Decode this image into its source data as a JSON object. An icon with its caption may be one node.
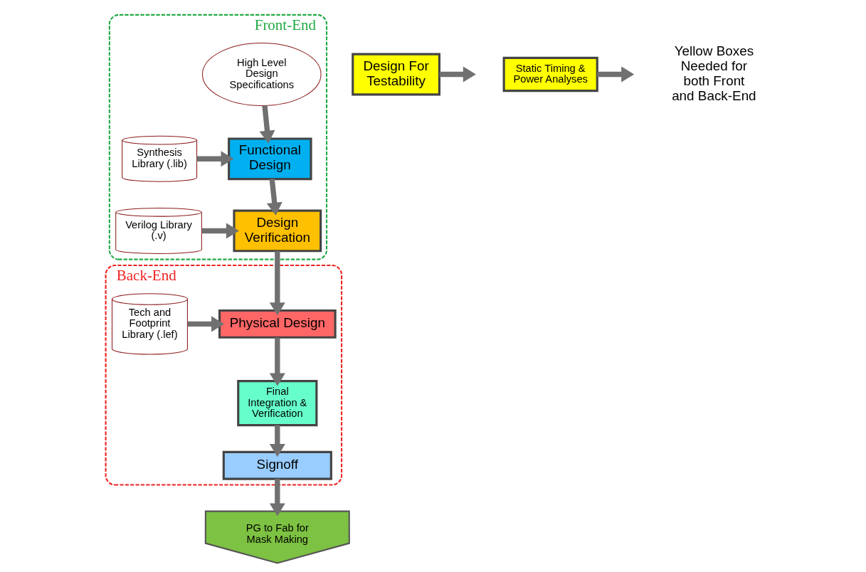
{
  "diagram": {
    "nodes": [
      {
        "text": [
          "Front-End"
        ]
      },
      {
        "text": [
          "High Level Design Specifications"
        ],
        "in": 0
      },
      {
        "text": [
          "Synthesis Library (.lib)"
        ],
        "in": 0
      },
      {
        "text": [
          "Functional Design"
        ],
        "in": 0
      },
      {
        "text": [
          "Design Verification"
        ],
        "in": 0
      },
      {
        "text": [
          "Verilog Library (.v)"
        ],
        "in": 0
      },
      {
        "text": [
          "Design For Testability"
        ]
      },
      {
        "text": [
          "Static Timing & Power Analyses"
        ]
      },
      {
        "text": [
          "Back-End"
        ]
      },
      {
        "text": [
          "Tech and Footprint Library (.lef)"
        ],
        "in": 8
      },
      {
        "text": [
          "Physical Design"
        ],
        "in": 8
      },
      {
        "text": [
          "Final Integration & Verification"
        ],
        "in": 8
      },
      {
        "text": [
          "Signoff"
        ],
        "in": 8
      },
      {
        "text": [
          "PG to Fab for Mask Making"
        ]
      }
    ],
    "edges": [
      {
        "from": 1,
        "to": 3,
        "arrow": "to"
      },
      {
        "from": 2,
        "to": 3,
        "arrow": "to"
      },
      {
        "from": 3,
        "to": 4,
        "arrow": "to"
      },
      {
        "from": 5,
        "to": 4,
        "arrow": "to"
      },
      {
        "from": 4,
        "to": 10,
        "arrow": "to"
      },
      {
        "from": 6,
        "to": null,
        "arrow": "to"
      },
      {
        "from": 7,
        "to": null,
        "arrow": "to"
      },
      {
        "from": 9,
        "to": 10,
        "arrow": "to"
      },
      {
        "from": 10,
        "to": 11,
        "arrow": "to"
      },
      {
        "from": 11,
        "to": 12,
        "arrow": "to"
      },
      {
        "from": 12,
        "to": 13,
        "arrow": "to"
      }
    ],
    "labels": [
      "Yellow Boxes Needed for both Front and Back-End"
    ]
  }
}
